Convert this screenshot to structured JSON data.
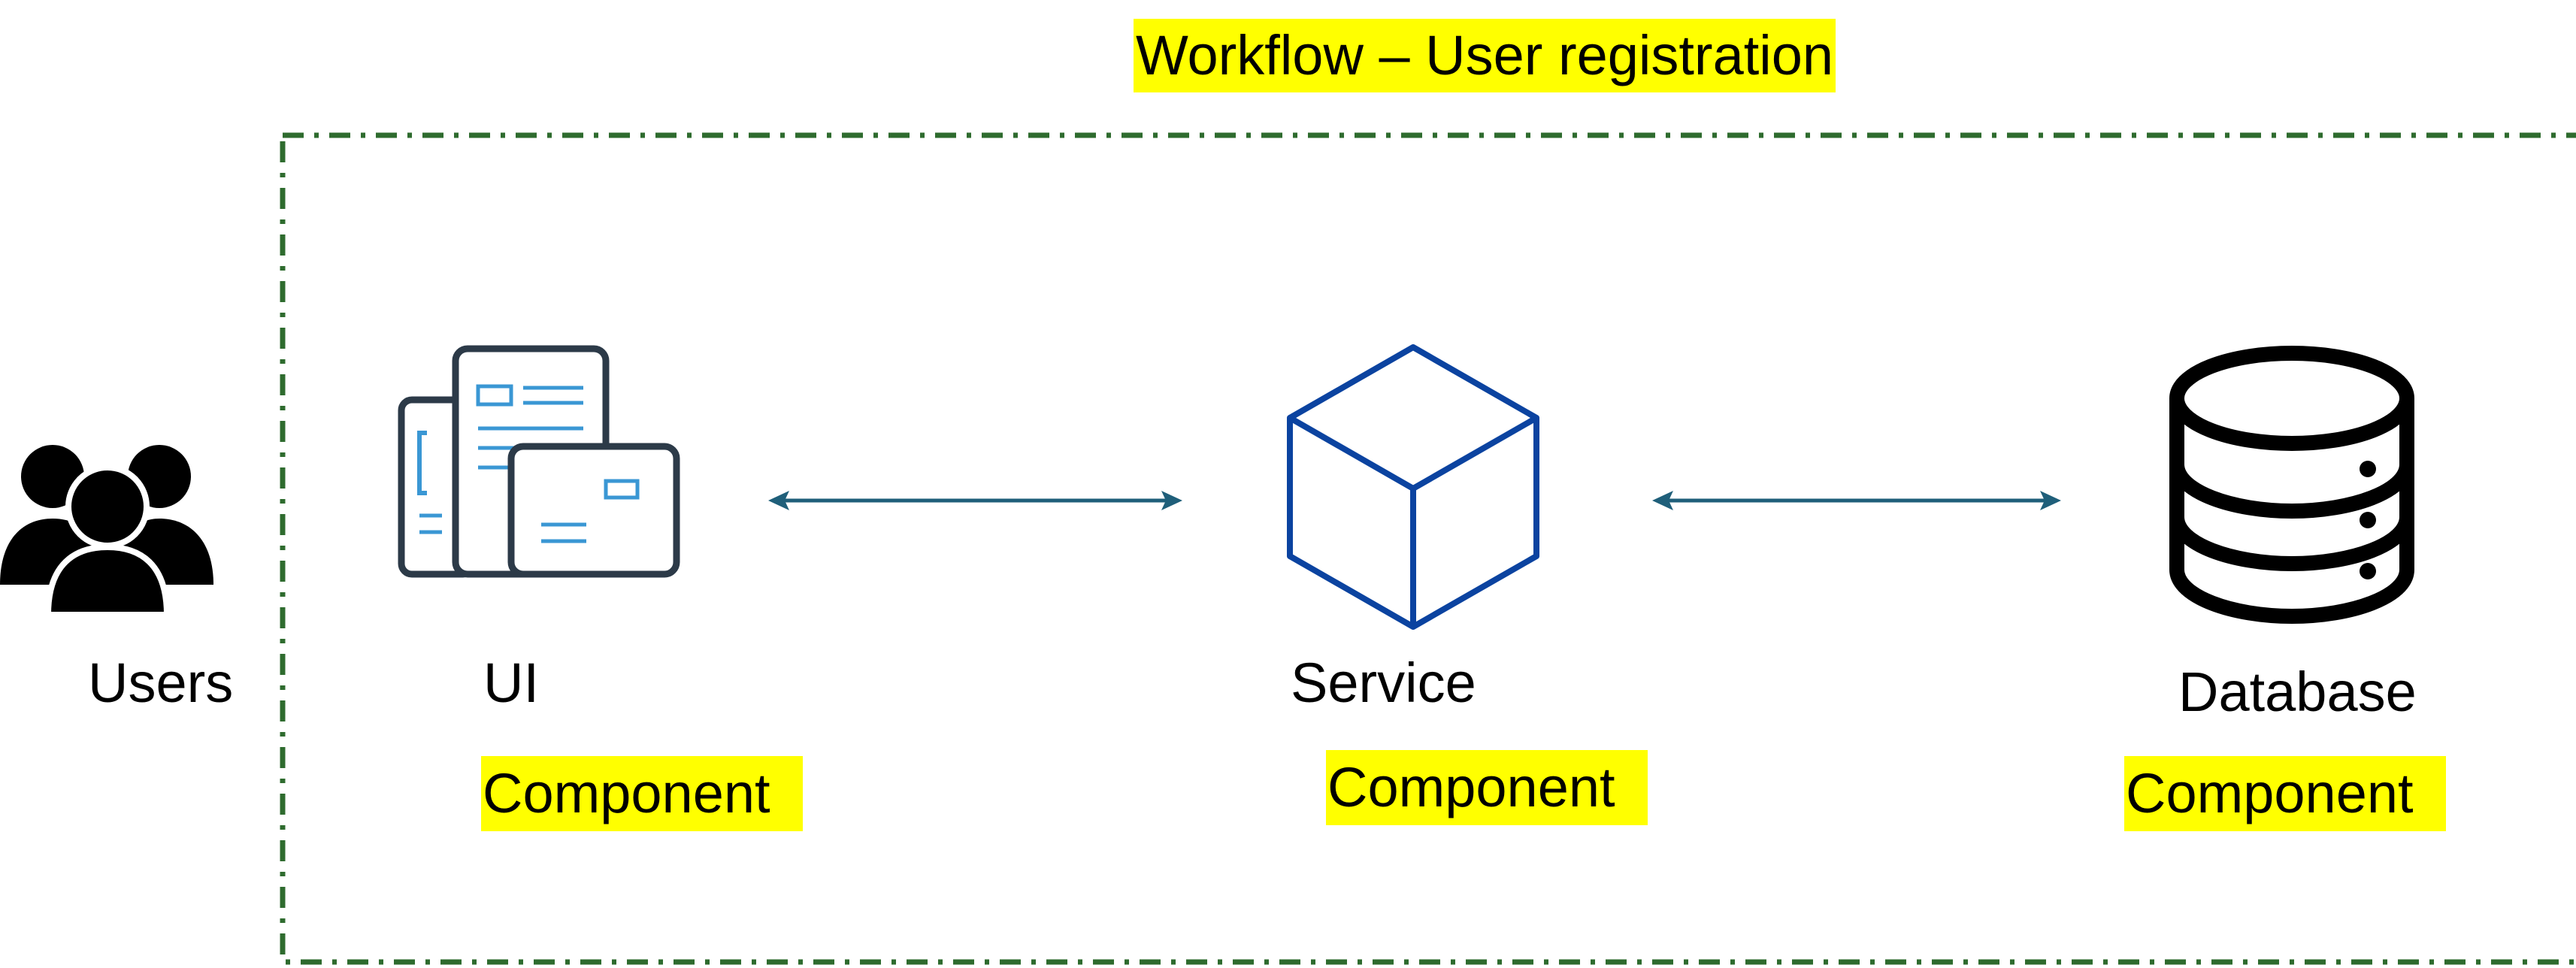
{
  "title": "Workflow – User registration",
  "actors": {
    "users_label": "Users"
  },
  "components": {
    "ui": {
      "label": "UI",
      "tag": "Component"
    },
    "service": {
      "label": "Service",
      "tag": "Component"
    },
    "database": {
      "label": "Database",
      "tag": "Component"
    }
  },
  "connectors": [
    {
      "from": "UI",
      "to": "Service",
      "direction": "bidirectional"
    },
    {
      "from": "Service",
      "to": "Database",
      "direction": "bidirectional"
    }
  ],
  "colors": {
    "highlight": "#ffff00",
    "boundary": "#2e6b2e",
    "arrow": "#1f5f7a",
    "cube": "#0b43a0",
    "ui_frame": "#2c3a48",
    "ui_accent": "#3a97d4",
    "icon_dark": "#000000"
  },
  "icons": {
    "users": "users-group-icon",
    "ui": "ui-windows-icon",
    "service": "cube-icon",
    "database": "database-icon"
  }
}
